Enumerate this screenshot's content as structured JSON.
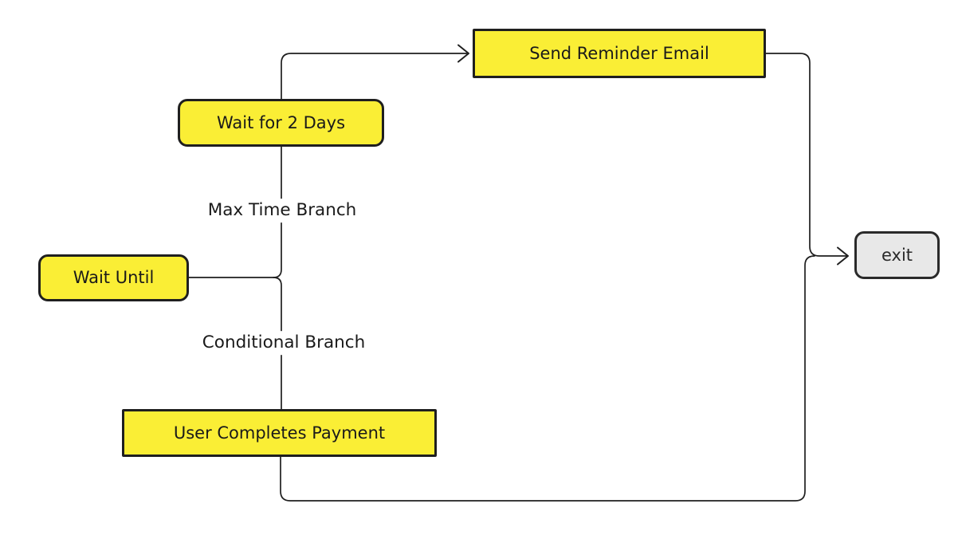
{
  "diagram": {
    "type": "flowchart",
    "colors": {
      "background": "#FFFFFF",
      "node_fill": "#FAEE35",
      "node_border": "#1F1F1F",
      "exit_fill": "#E8E8E8",
      "exit_border": "#2A2A2A",
      "edge_color": "#1F1F1F",
      "text_color": "#1A1A1A"
    },
    "nodes": [
      {
        "id": "send-reminder-email",
        "label": "Send Reminder Email",
        "shape": "rectangle"
      },
      {
        "id": "wait-for-2-days",
        "label": "Wait for 2 Days",
        "shape": "rounded"
      },
      {
        "id": "wait-until",
        "label": "Wait Until",
        "shape": "rounded"
      },
      {
        "id": "user-completes-payment",
        "label": "User Completes Payment",
        "shape": "rectangle"
      },
      {
        "id": "exit",
        "label": "exit",
        "shape": "rounded-gray"
      }
    ],
    "edge_labels": [
      {
        "id": "max-time-branch",
        "label": "Max Time Branch"
      },
      {
        "id": "conditional-branch",
        "label": "Conditional Branch"
      }
    ],
    "edges": [
      {
        "from": "wait-until",
        "to": "wait-for-2-days",
        "label": "Max Time Branch",
        "arrow": false
      },
      {
        "from": "wait-until",
        "to": "user-completes-payment",
        "label": "Conditional Branch",
        "arrow": false
      },
      {
        "from": "wait-for-2-days",
        "to": "send-reminder-email",
        "label": "",
        "arrow": true
      },
      {
        "from": "send-reminder-email",
        "to": "exit",
        "label": "",
        "arrow": true
      },
      {
        "from": "user-completes-payment",
        "to": "exit",
        "label": "",
        "arrow": true
      }
    ]
  }
}
